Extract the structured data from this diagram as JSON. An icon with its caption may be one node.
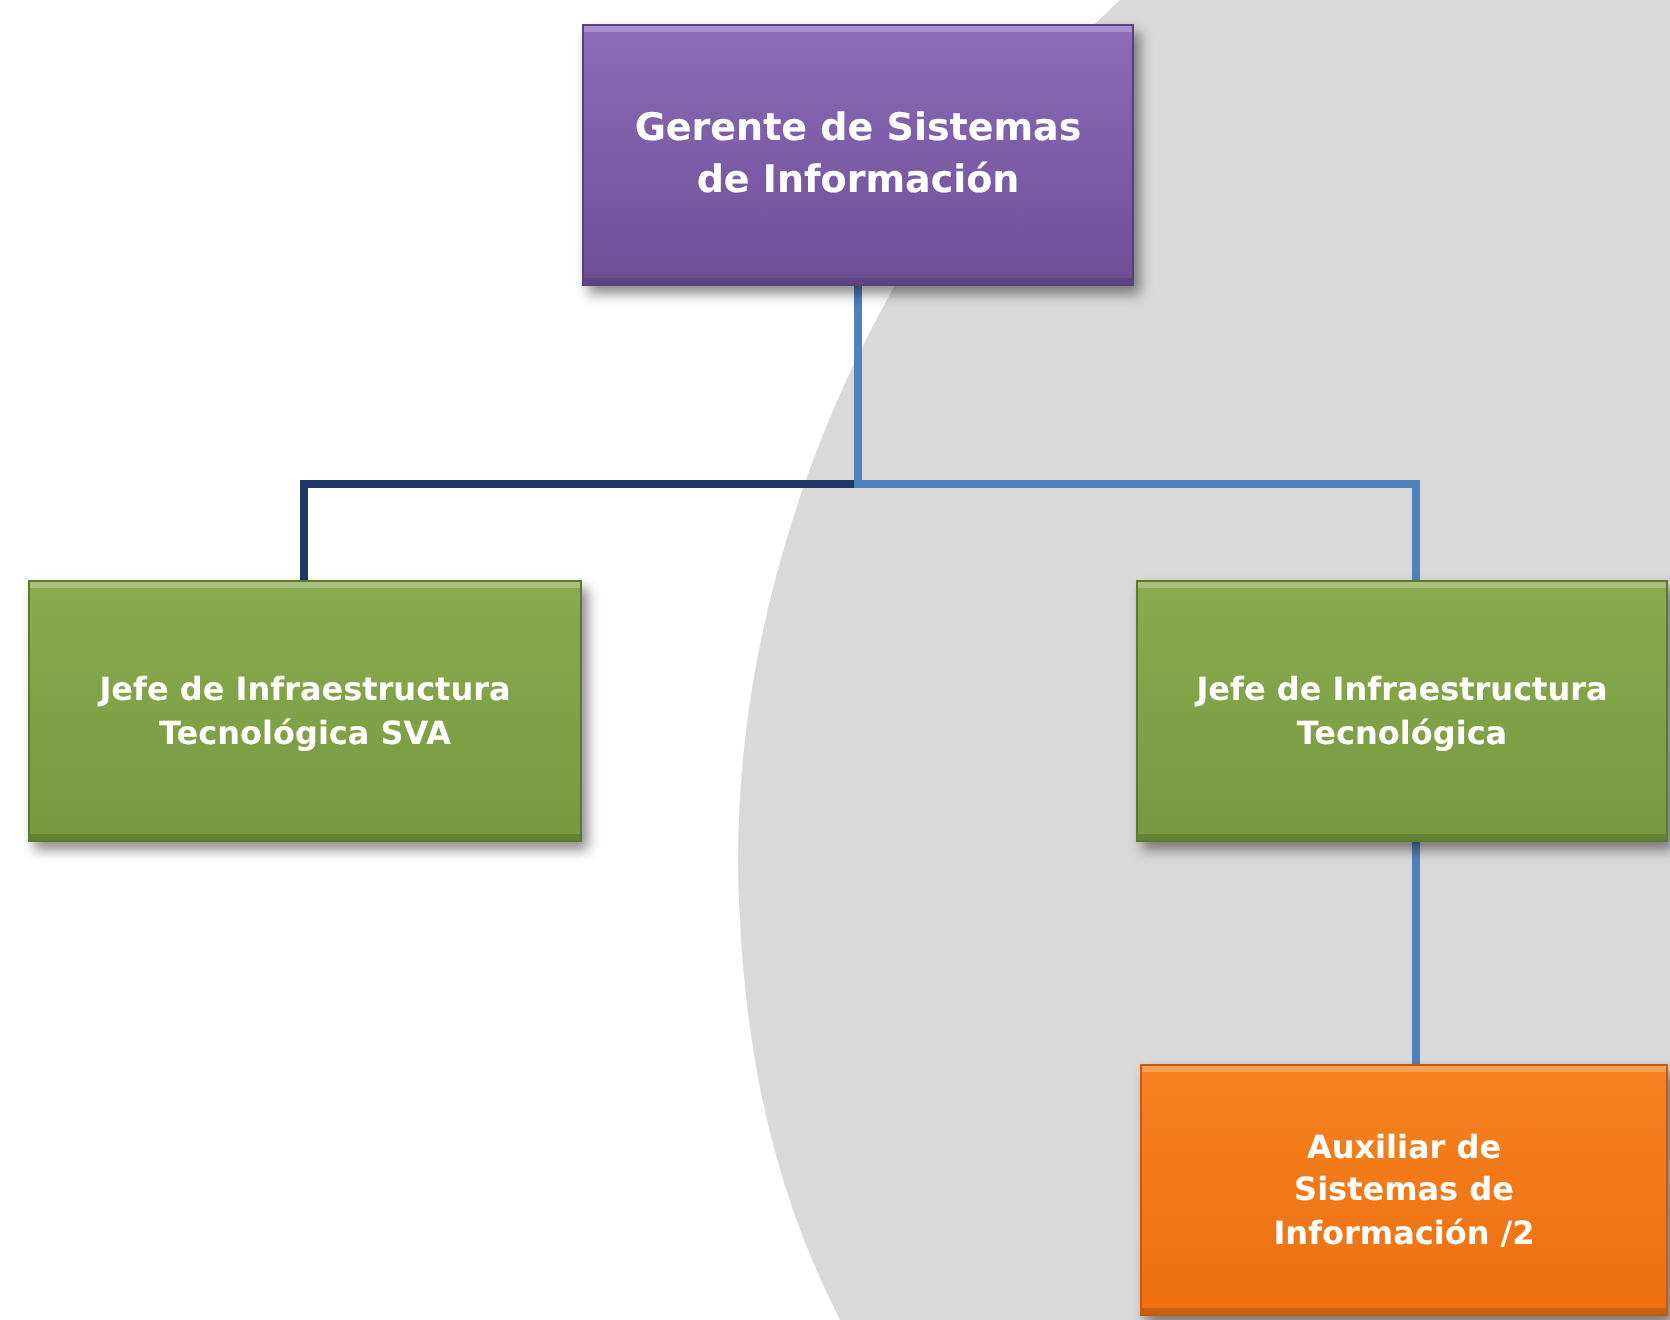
{
  "diagram": {
    "nodes": [
      {
        "text": [
          "Gerente de Sistemas de  Información"
        ]
      },
      {
        "text": [
          "Jefe de Infraestructura Tecnológica SVA"
        ]
      },
      {
        "text": [
          "Jefe de Infraestructura Tecnológica"
        ]
      },
      {
        "text": [
          "Auxiliar  de Sistemas de Información /2"
        ]
      }
    ],
    "edges": [
      {
        "from": 0,
        "to": 1,
        "arrow": "none",
        "color": "#1f3864"
      },
      {
        "from": 0,
        "to": 2,
        "arrow": "none"
      },
      {
        "from": 2,
        "to": 3,
        "arrow": "none"
      }
    ]
  }
}
